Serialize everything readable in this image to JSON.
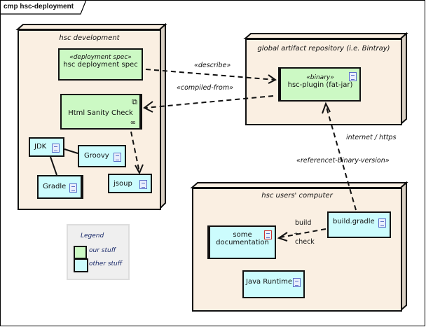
{
  "frame": {
    "title": "cmp hsc-deployment"
  },
  "nodes": {
    "development": {
      "label": "hsc development"
    },
    "repository": {
      "label": "global artifact repository (i.e. Bintray)"
    },
    "users": {
      "label": "hsc users' computer"
    }
  },
  "artifacts": {
    "deployment_spec": {
      "stereotype": "«deployment spec»",
      "name": "hsc deployment spec"
    },
    "sanity_check": {
      "name": "Html Sanity Check"
    },
    "jdk": {
      "name": "JDK"
    },
    "groovy": {
      "name": "Groovy"
    },
    "gradle": {
      "name": "Gradle"
    },
    "jsoup": {
      "name": "jsoup"
    },
    "plugin": {
      "stereotype": "«binary»",
      "name": "hsc-plugin (fat-jar)"
    },
    "build_gradle": {
      "name": "build.gradle"
    },
    "documentation": {
      "line1": "some",
      "line2": "documentation"
    },
    "java_runtime": {
      "name": "Java Runtime"
    }
  },
  "connectors": {
    "describe": "«describe»",
    "compiled_from": "«compiled-from»",
    "internet": "internet / https",
    "referencet": "«referencet-binary-version»",
    "build": "build",
    "plus": "+",
    "check": "check"
  },
  "legend": {
    "title": "Legend",
    "items": [
      {
        "label": "our stuff",
        "color": "#ccf9c4"
      },
      {
        "label": "other stuff",
        "color": "#ccfcfd"
      }
    ]
  },
  "colors": {
    "node": "#faefe2",
    "node_side": "#d9d0c4",
    "our_stuff": "#ccf9c4",
    "other_stuff": "#ccfcfd"
  }
}
